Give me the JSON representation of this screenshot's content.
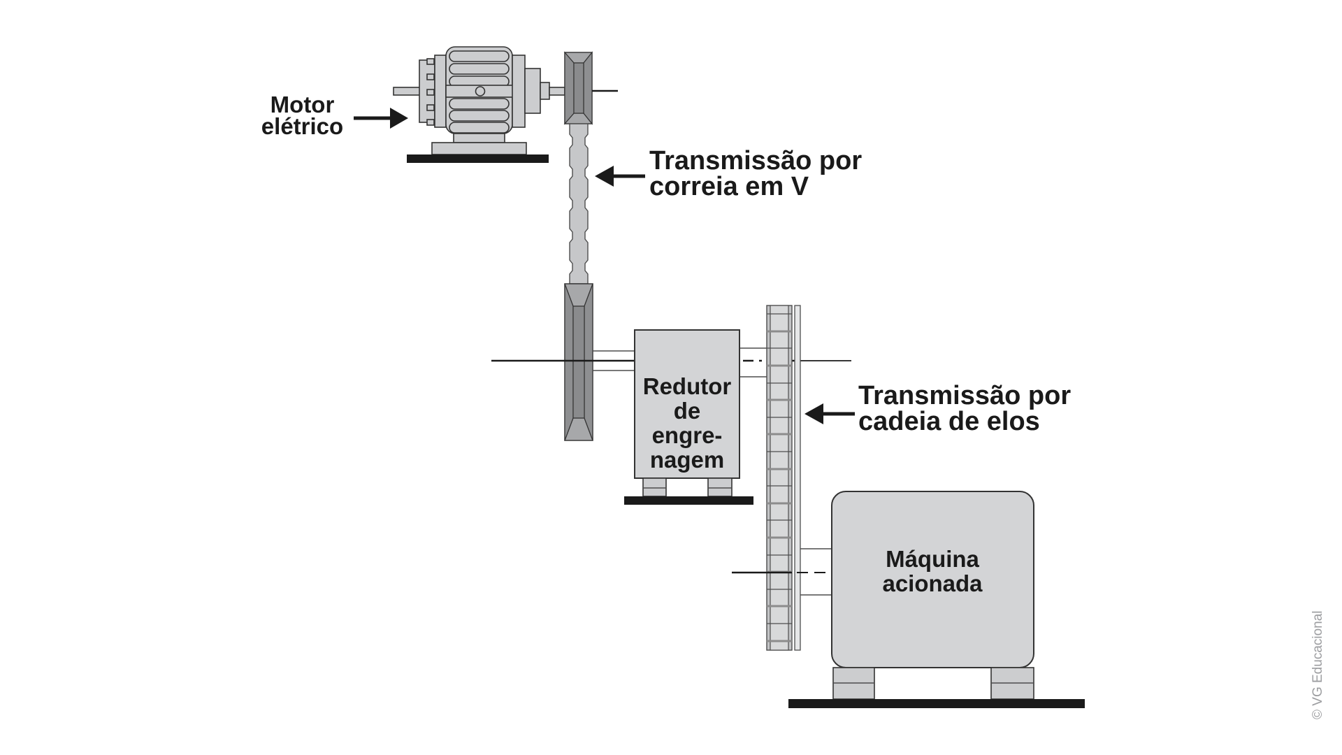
{
  "labels": {
    "motor": {
      "line1": "Motor",
      "line2": "elétrico"
    },
    "correia": {
      "line1": "Transmissão por",
      "line2": "correia em V"
    },
    "cadeia": {
      "line1": "Transmissão por",
      "line2": "cadeia de elos"
    },
    "redutor": {
      "line1": "Redutor",
      "line2": "de",
      "line3": "engre-",
      "line4": "nagem"
    },
    "maquina": {
      "line1": "Máquina",
      "line2": "acionada"
    },
    "credit": "© VG Educacional"
  },
  "colors": {
    "background": "#ffffff",
    "outline": "#333333",
    "thin_line": "#4d4d4d",
    "black": "#1a1a1a",
    "metal_light": "#cccdcf",
    "metal_lighter": "#d3d4d6",
    "belt": "#c6c7c9",
    "pulley_base": "#97989a",
    "pulley_side": "#8e8f91",
    "pulley_face": "#a7a8aa",
    "pulley_core": "#8a8b8d",
    "chain_edge": "#c3c4c6",
    "chain_fill": "#d8d9da",
    "sprocket": "#e6e7e8",
    "tick_thick": "#8c8c8c",
    "label_text": "#1a1a1a",
    "credit_text": "#9c9da0"
  }
}
